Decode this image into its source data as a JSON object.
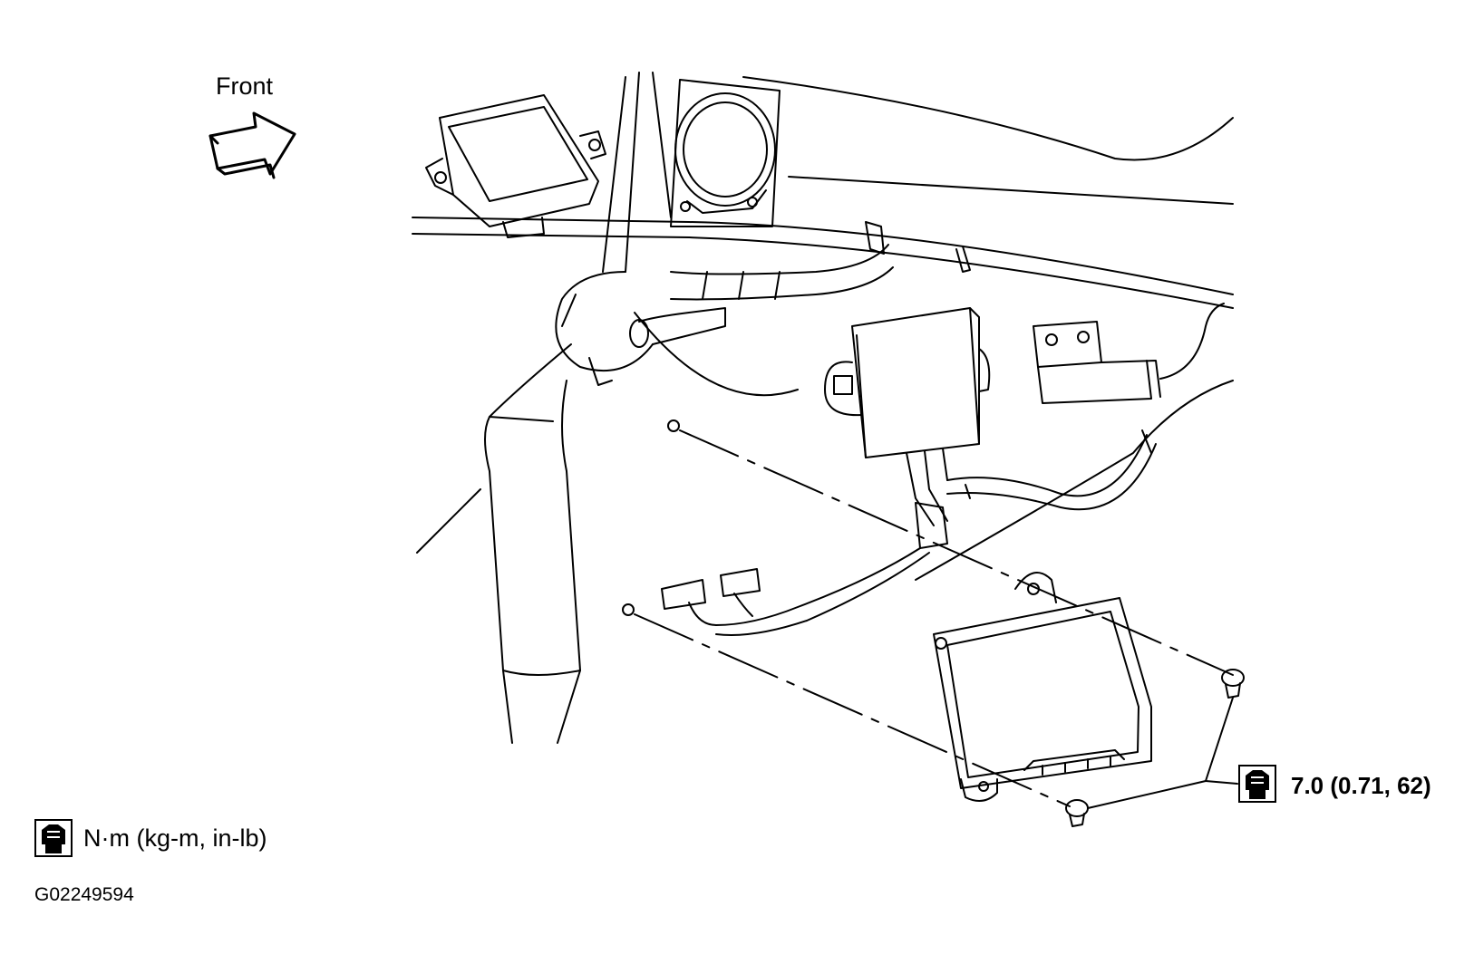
{
  "labels": {
    "front": "Front",
    "torque_value": "7.0 (0.71, 62)",
    "legend_units": "N·m (kg-m, in-lb)",
    "figure_id": "G02249594"
  },
  "icons": {
    "front_arrow": "front-arrow-icon",
    "torque_wrench": "torque-wrench-icon"
  },
  "colors": {
    "line": "#000000",
    "background": "#ffffff"
  }
}
